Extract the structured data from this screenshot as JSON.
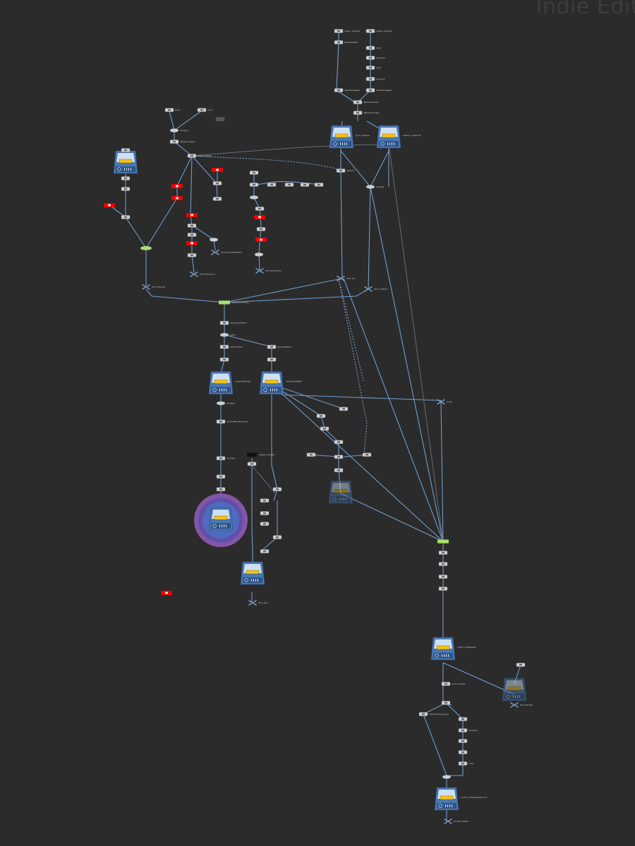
{
  "app": {
    "watermark": "Indie Edit"
  },
  "network": {
    "column_top": {
      "nodes": [
        {
          "id": "object_merge1",
          "label": "object_merge1"
        },
        {
          "id": "object_merge2",
          "label": "object_merge2"
        },
        {
          "id": "attribdelete1",
          "label": "attribdelete1"
        },
        {
          "id": "clip1",
          "label": "clip1"
        },
        {
          "id": "group10",
          "label": "group10"
        },
        {
          "id": "clip2",
          "label": "clip2"
        },
        {
          "id": "group11",
          "label": "group11"
        },
        {
          "id": "attribwrangle1",
          "label": "attribwrangle1"
        },
        {
          "id": "attribwrangle2",
          "label": "attribwrangle2"
        },
        {
          "id": "attribrename1",
          "label": "attribrename1"
        },
        {
          "id": "attribpromote1",
          "label": "attribpromote1"
        },
        {
          "id": "pyro_collision",
          "label": "pyro_collision"
        },
        {
          "id": "vellum_colliders",
          "label": "vellum_collision1"
        },
        {
          "id": "switch1",
          "label": "switch1"
        },
        {
          "id": "merge1",
          "label": "merge1"
        }
      ]
    },
    "column_mid": {
      "nodes": [
        {
          "id": "box1",
          "label": "box1"
        },
        {
          "id": "box2",
          "label": "box2"
        },
        {
          "id": "merge2",
          "label": "merge2"
        },
        {
          "id": "attribwrangle7",
          "label": "attribwrangle7"
        },
        {
          "id": "attribcreate2",
          "label": "attribcreate2"
        },
        {
          "id": "OUT_Vol",
          "label": "OUT_Vol"
        },
        {
          "id": "OUT_Collider",
          "label": "OUT_Collider"
        },
        {
          "id": "OUT_Bounds",
          "label": "OUT_Bounds"
        },
        {
          "id": "OUT_BoundsDeform",
          "label": "OUT_BoundsDeform"
        },
        {
          "id": "OUT_Bound_lo",
          "label": "OUT_Bound_lo"
        },
        {
          "id": "OUT_Bkdomain",
          "label": "OUT_Bkdomain"
        },
        {
          "id": "cache_boundary",
          "label": "cache_boundary"
        }
      ]
    },
    "column_bottom": {
      "nodes": [
        {
          "id": "dopimportfield",
          "label": "dopimportfield1"
        },
        {
          "id": "split1",
          "label": "split1"
        },
        {
          "id": "attribnoise1",
          "label": "attribnoise1"
        },
        {
          "id": "groupdelete1",
          "label": "groupdelete1"
        },
        {
          "id": "cache_flipFluid",
          "label": "cache_flipFluid"
        },
        {
          "id": "cache_flipMesh",
          "label": "cache_flipMesh"
        },
        {
          "id": "merge3",
          "label": "merge3"
        },
        {
          "id": "particlefluidsurface",
          "label": "particlefluidsurface1"
        },
        {
          "id": "normal1",
          "label": "normal1"
        },
        {
          "id": "object_merge3",
          "label": "object_merge3"
        },
        {
          "id": "OUT_sim",
          "label": "OUT_sim"
        },
        {
          "id": "OUT1",
          "label": "OUT1"
        },
        {
          "id": "cache_whitewater",
          "label": "cache_whitewater"
        },
        {
          "id": "cache_whitewaterSource",
          "label": "cache_whitewaterSource"
        },
        {
          "id": "OUT_Render",
          "label": "OUT_Render"
        },
        {
          "id": "Render_Water",
          "label": "Render_Water"
        },
        {
          "id": "emit_density",
          "label": "emit_density"
        },
        {
          "id": "vdbfrompolygons",
          "label": "vdbfrompolygons1"
        },
        {
          "id": "remesh",
          "label": "remesh1"
        },
        {
          "id": "null1",
          "label": "null1"
        }
      ]
    },
    "status": {
      "wire_color": "#6f9ccf",
      "error_color": "#ff0000",
      "display_color": "#a8e06e",
      "selected_ring_color": "#8e5bb5",
      "cache_icon_color": "#f2c21a"
    }
  }
}
